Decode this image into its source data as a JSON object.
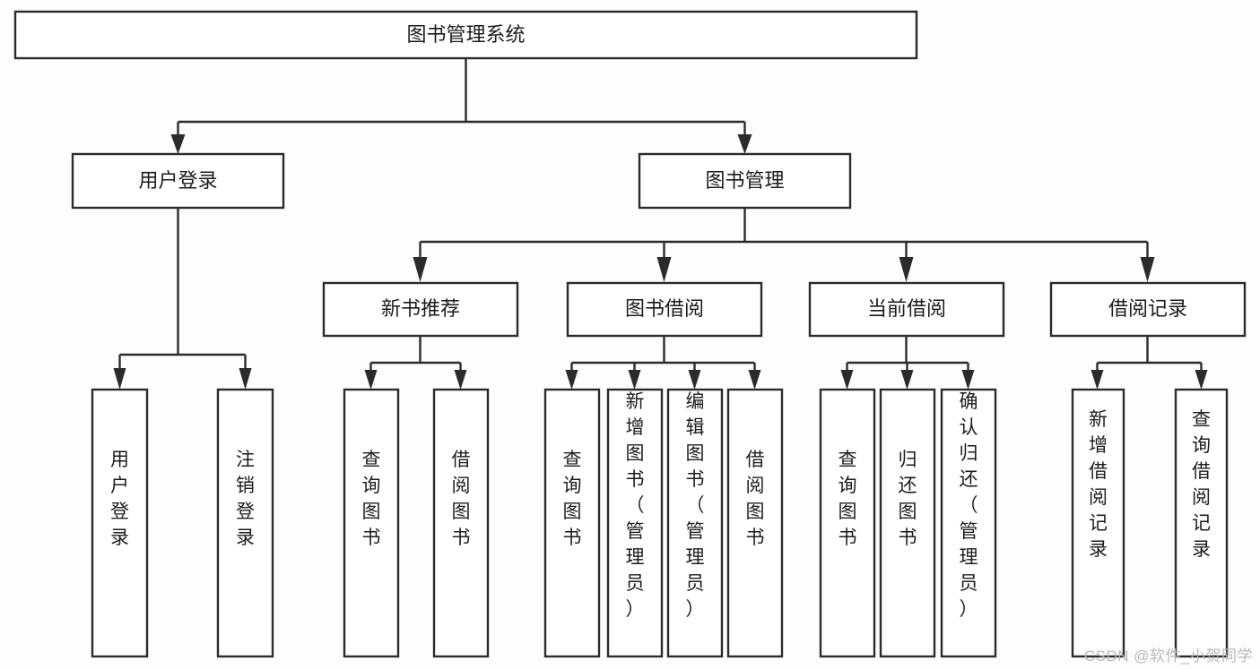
{
  "diagram": {
    "title": "图书管理系统",
    "type": "tree",
    "orientation": "top-down",
    "background_color": "#fdfdfd",
    "line_color": "#2b2b2b",
    "box_fill": "#ffffff",
    "levels": 4,
    "nodes": {
      "root": {
        "label": "图书管理系统",
        "level": 0,
        "text_orientation": "horizontal"
      },
      "l1": [
        {
          "id": "user-login",
          "label": "用户登录",
          "level": 1,
          "text_orientation": "horizontal"
        },
        {
          "id": "book-manage",
          "label": "图书管理",
          "level": 1,
          "text_orientation": "horizontal"
        }
      ],
      "l2": [
        {
          "id": "new-book-rec",
          "label": "新书推荐",
          "level": 2,
          "parent": "book-manage",
          "text_orientation": "horizontal"
        },
        {
          "id": "book-borrow",
          "label": "图书借阅",
          "level": 2,
          "parent": "book-manage",
          "text_orientation": "horizontal"
        },
        {
          "id": "current-borrow",
          "label": "当前借阅",
          "level": 2,
          "parent": "book-manage",
          "text_orientation": "horizontal"
        },
        {
          "id": "borrow-record",
          "label": "借阅记录",
          "level": 2,
          "parent": "book-manage",
          "text_orientation": "horizontal"
        }
      ],
      "leaves": [
        {
          "id": "leaf-user-login",
          "label": "用户登录",
          "parent": "user-login",
          "text_orientation": "vertical"
        },
        {
          "id": "leaf-logout",
          "label": "注销登录",
          "parent": "user-login",
          "text_orientation": "vertical"
        },
        {
          "id": "leaf-query-book-1",
          "label": "查询图书",
          "parent": "new-book-rec",
          "text_orientation": "vertical"
        },
        {
          "id": "leaf-borrow-book-1",
          "label": "借阅图书",
          "parent": "new-book-rec",
          "text_orientation": "vertical"
        },
        {
          "id": "leaf-query-book-2",
          "label": "查询图书",
          "parent": "book-borrow",
          "text_orientation": "vertical"
        },
        {
          "id": "leaf-add-book",
          "label": "新增图书（管理员）",
          "parent": "book-borrow",
          "text_orientation": "vertical"
        },
        {
          "id": "leaf-edit-book",
          "label": "编辑图书（管理员）",
          "parent": "book-borrow",
          "text_orientation": "vertical"
        },
        {
          "id": "leaf-borrow-book-2",
          "label": "借阅图书",
          "parent": "book-borrow",
          "text_orientation": "vertical"
        },
        {
          "id": "leaf-query-book-3",
          "label": "查询图书",
          "parent": "current-borrow",
          "text_orientation": "vertical"
        },
        {
          "id": "leaf-return-book",
          "label": "归还图书",
          "parent": "current-borrow",
          "text_orientation": "vertical"
        },
        {
          "id": "leaf-confirm-return",
          "label": "确认归还（管理员）",
          "parent": "current-borrow",
          "text_orientation": "vertical"
        },
        {
          "id": "leaf-add-record",
          "label": "新增借阅记录",
          "parent": "borrow-record",
          "text_orientation": "vertical"
        },
        {
          "id": "leaf-query-record",
          "label": "查询借阅记录",
          "parent": "borrow-record",
          "text_orientation": "vertical"
        }
      ]
    }
  },
  "watermark": {
    "text": "CSDN @软件_小贺同学",
    "color": "#b9b9b9"
  }
}
